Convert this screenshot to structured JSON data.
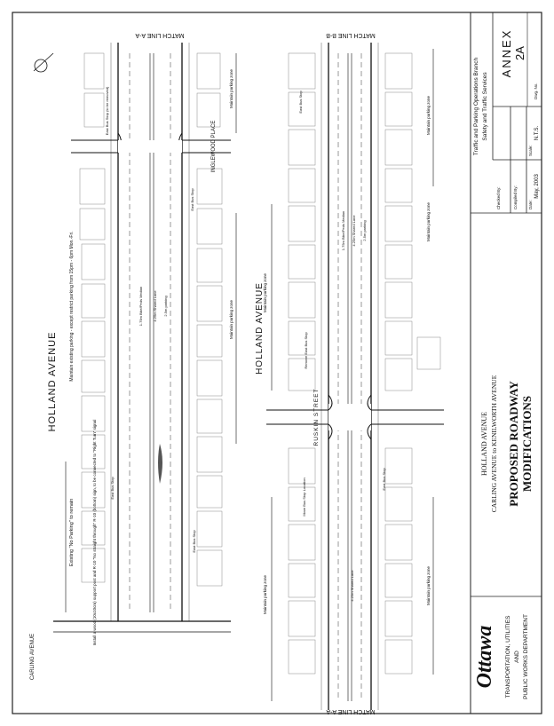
{
  "plan": {
    "street_main": "HOLLAND AVENUE",
    "street_carling": "CARLING AVENUE",
    "street_inglewood": "INGLEWOOD PLACE",
    "street_ruskin": "RUSKIN STREET",
    "match_top_left": "MATCH LINE A-A",
    "match_top_right": "MATCH LINE B-B",
    "match_bottom_right": "MATCH LINE A-A",
    "no_parking_remain": "Existing \"No Parking\" to remain",
    "maintain_except": "Maintain existing parking - except restrict parking from 15pm - 6pm Mon.-Fri.",
    "maintain_zone": "Maintain parking zone",
    "install_note": "Install a wood (10x10cm) support post and R-10 \"No straight through\" R-10 (bottom) sign, to be connected to \"Right Turn\" signal",
    "lane_2_5": "2.5m parking",
    "lane_4_25": "4.25m Shared Lane",
    "lane_1_75": "1.75m Bike/Peds Median",
    "east_bus_stop": "East Bus Stop",
    "east_bus_stop_remove": "East Bus Stop (to be removed)",
    "remove_east_bus_stop": "Remove East Bus Stop",
    "move_bus_stop": "Move Bus Stop Location"
  },
  "title_block": {
    "branch_line1": "Traffic and Parking Operations Branch",
    "branch_line2": "Safety and Traffic Services",
    "annex": "ANNEX",
    "annex_no": "2A",
    "dwg_no_label": "Dwg. No.",
    "checked_by_label": "Checked By:",
    "compiled_by_label": "Compiled By:",
    "date_label": "Date:",
    "date_value": "May, 2003",
    "scale_label": "Scale:",
    "scale_value": "N.T.S.",
    "project_line1": "HOLLAND AVENUE",
    "project_line2": "CARLING AVENUE to KENILWORTH AVENUE",
    "title_line1": "PROPOSED ROADWAY",
    "title_line2": "MODIFICATIONS",
    "logo": "Ottawa",
    "dept_line1": "TRANSPORTATION, UTILITIES",
    "dept_line2": "AND",
    "dept_line3": "PUBLIC WORKS DEPARTMENT"
  }
}
